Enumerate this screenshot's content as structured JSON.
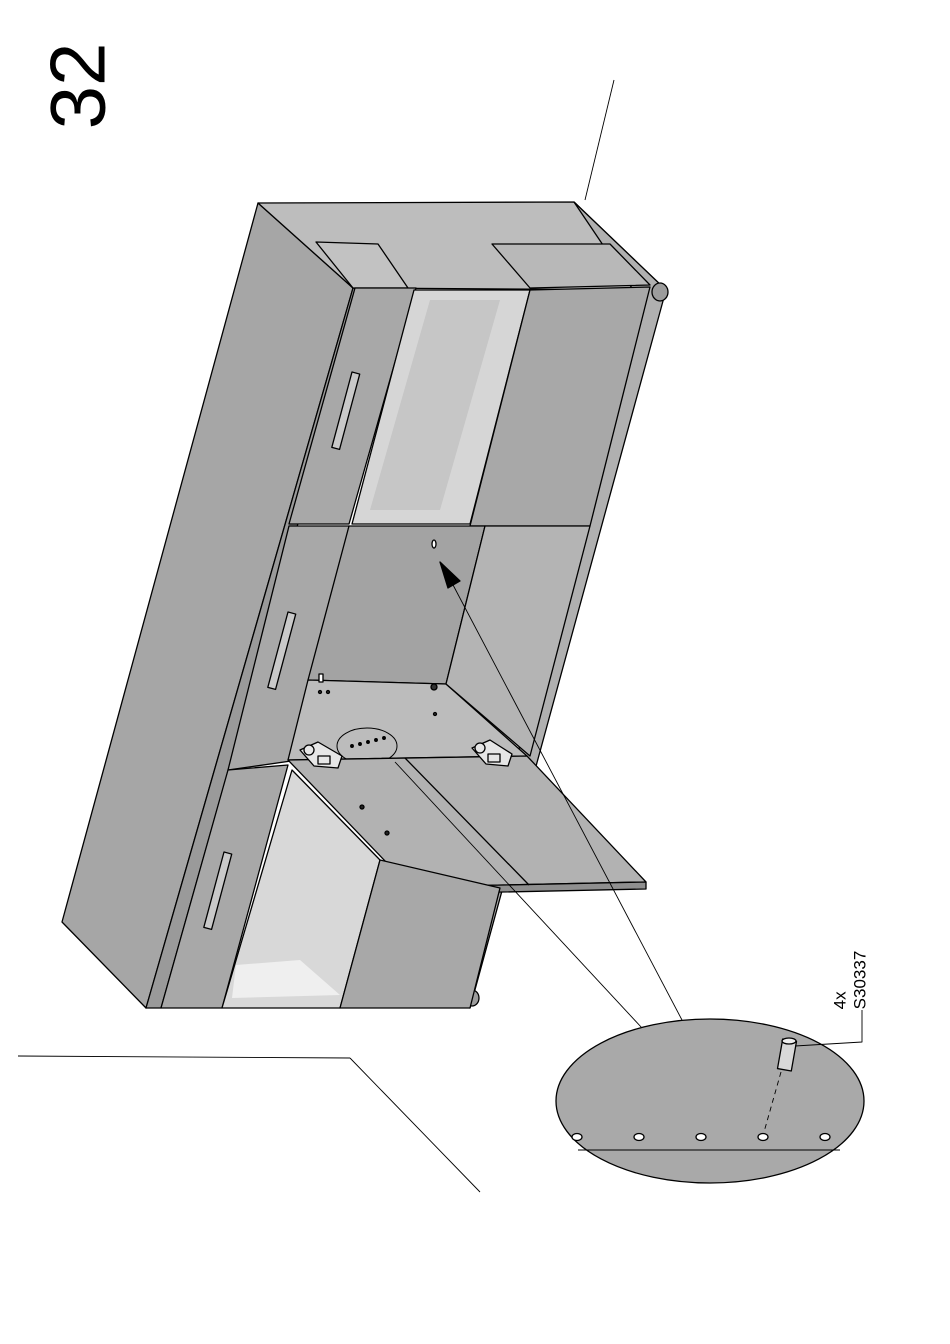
{
  "step": {
    "number": "32"
  },
  "callout": {
    "quantity": "4x",
    "part_code": "S30337"
  },
  "colors": {
    "panel": "#a9a9a9",
    "panel_light": "#c4c4c4",
    "panel_dark": "#8e8e8e",
    "glass": "#d4d4d4",
    "line": "#000000",
    "background": "#ffffff"
  }
}
